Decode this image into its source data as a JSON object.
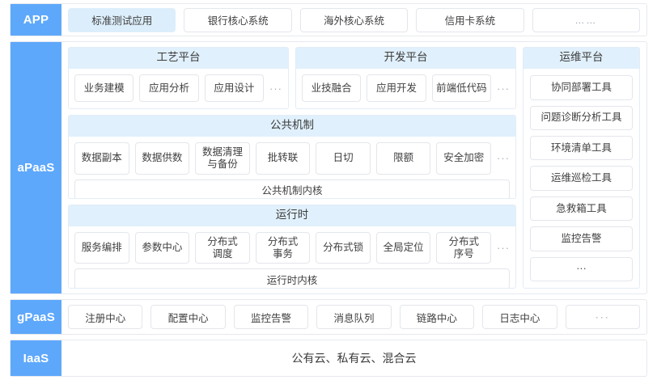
{
  "colors": {
    "band_label_blue": "#5ea8fb",
    "panel_title_blue": "#e0f0fc",
    "selected_chip_blue": "#dceefb",
    "border_grey": "#e3e6ec"
  },
  "app_row": {
    "label": "APP",
    "items": [
      {
        "label": "标准测试应用",
        "selected": true
      },
      {
        "label": "银行核心系统",
        "selected": false
      },
      {
        "label": "海外核心系统",
        "selected": false
      },
      {
        "label": "信用卡系统",
        "selected": false
      },
      {
        "label": "……",
        "selected": false
      }
    ]
  },
  "apaas_row": {
    "label": "aPaaS",
    "craft_platform": {
      "title": "工艺平台",
      "items": [
        "业务建模",
        "应用分析",
        "应用设计"
      ],
      "ellipsis": "···"
    },
    "dev_platform": {
      "title": "开发平台",
      "items": [
        "业技融合",
        "应用开发",
        "前端低代码"
      ],
      "ellipsis": "···"
    },
    "common_mechanism": {
      "title": "公共机制",
      "items": [
        "数据副本",
        "数据供数",
        "数据清理\n与备份",
        "批转联",
        "日切",
        "限额",
        "安全加密"
      ],
      "ellipsis": "···",
      "kernel": "公共机制内核"
    },
    "runtime": {
      "title": "运行时",
      "items": [
        "服务编排",
        "参数中心",
        "分布式\n调度",
        "分布式\n事务",
        "分布式锁",
        "全局定位",
        "分布式\n序号"
      ],
      "ellipsis": "···",
      "kernel": "运行时内核"
    },
    "ops_platform": {
      "title": "运维平台",
      "items": [
        "协同部署工具",
        "问题诊断分析工具",
        "环境清单工具",
        "运维巡检工具",
        "急救箱工具",
        "监控告警",
        "···"
      ]
    }
  },
  "gpaas_row": {
    "label": "gPaaS",
    "items": [
      "注册中心",
      "配置中心",
      "监控告警",
      "消息队列",
      "链路中心",
      "日志中心",
      "···"
    ]
  },
  "iaas_row": {
    "label": "IaaS",
    "text": "公有云、私有云、混合云"
  }
}
